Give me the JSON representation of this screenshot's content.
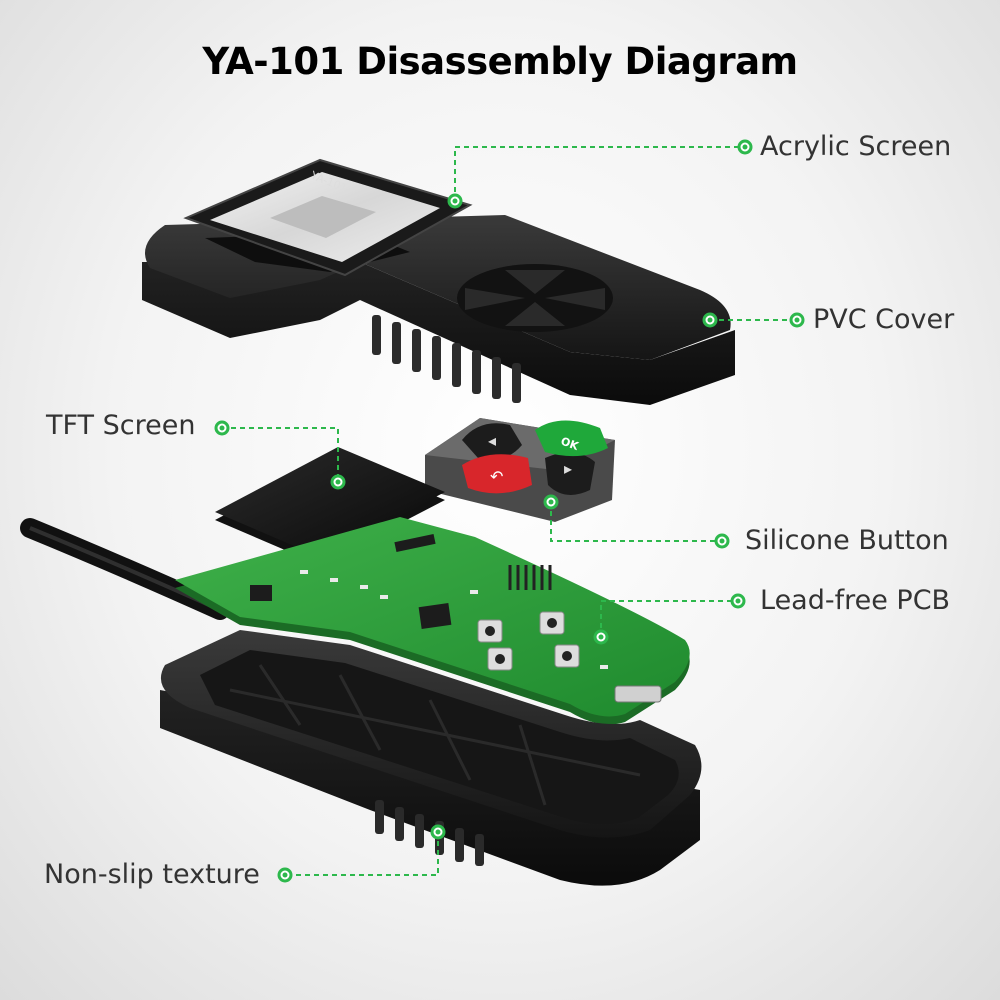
{
  "title": "YA-101 Disassembly Diagram",
  "callouts": {
    "acrylic_screen": "Acrylic Screen",
    "pvc_cover": "PVC Cover",
    "tft_screen": "TFT Screen",
    "silicone_button": "Silicone Button",
    "lead_free_pcb": "Lead-free PCB",
    "non_slip_texture": "Non-slip texture"
  },
  "acrylic_print": "YA-101",
  "ok_key": "OK",
  "colors": {
    "accent_green": "#2db84c",
    "pcb_green": "#2e9e3a",
    "button_green": "#1fa83a",
    "button_red": "#d8262b",
    "housing": "#1c1c1c"
  }
}
